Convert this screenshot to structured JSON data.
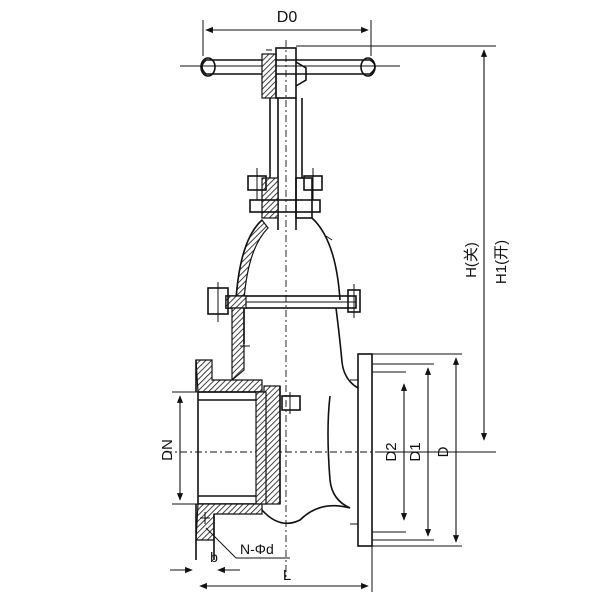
{
  "labels": {
    "d0": "D0",
    "h_closed": "H(关)",
    "h1_open": "H1(开)",
    "dn": "DN",
    "d2": "D2",
    "d1": "D1",
    "d": "D",
    "n_phi_d": "N-Φd",
    "b": "b",
    "l": "L"
  },
  "colors": {
    "line": "#111111",
    "background": "#ffffff"
  }
}
